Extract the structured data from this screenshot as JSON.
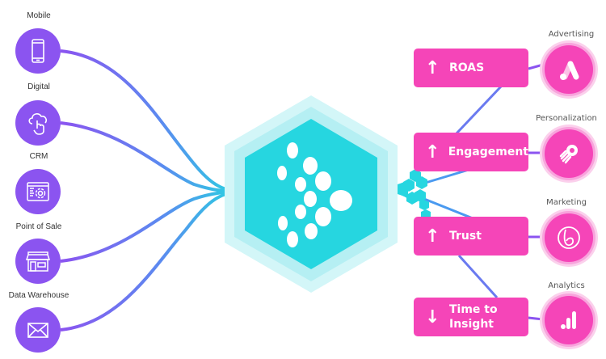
{
  "diagram": {
    "sources": [
      {
        "label": "Mobile",
        "icon": "mobile-phone-icon"
      },
      {
        "label": "Digital",
        "icon": "cloud-touch-icon"
      },
      {
        "label": "CRM",
        "icon": "crm-settings-icon"
      },
      {
        "label": "Point of Sale",
        "icon": "storefront-icon"
      },
      {
        "label": "Data Warehouse",
        "icon": "envelope-icon"
      }
    ],
    "hub": {
      "icon": "dots-logo-icon"
    },
    "metrics": [
      {
        "direction": "up",
        "arrow": "↑",
        "line1": "ROAS",
        "line2": ""
      },
      {
        "direction": "up",
        "arrow": "↑",
        "line1": "Engagement",
        "line2": ""
      },
      {
        "direction": "up",
        "arrow": "↑",
        "line1": "Trust",
        "line2": ""
      },
      {
        "direction": "down",
        "arrow": "↓",
        "line1": "Time to",
        "line2": "Insight"
      }
    ],
    "destinations": [
      {
        "label": "Advertising",
        "icon": "google-ads-icon"
      },
      {
        "label": "Personalization",
        "icon": "rocket-icon"
      },
      {
        "label": "Marketing",
        "icon": "braze-b-icon"
      },
      {
        "label": "Analytics",
        "icon": "bar-chart-icon"
      }
    ],
    "colors": {
      "source": "#8b54f0",
      "hub": "#26d6e0",
      "hub_ring1": "#b5eff3",
      "hub_ring2": "#d3f6f8",
      "metric": "#f545b8",
      "line_start": "#8b54f0",
      "line_end": "#26d6e0"
    }
  }
}
